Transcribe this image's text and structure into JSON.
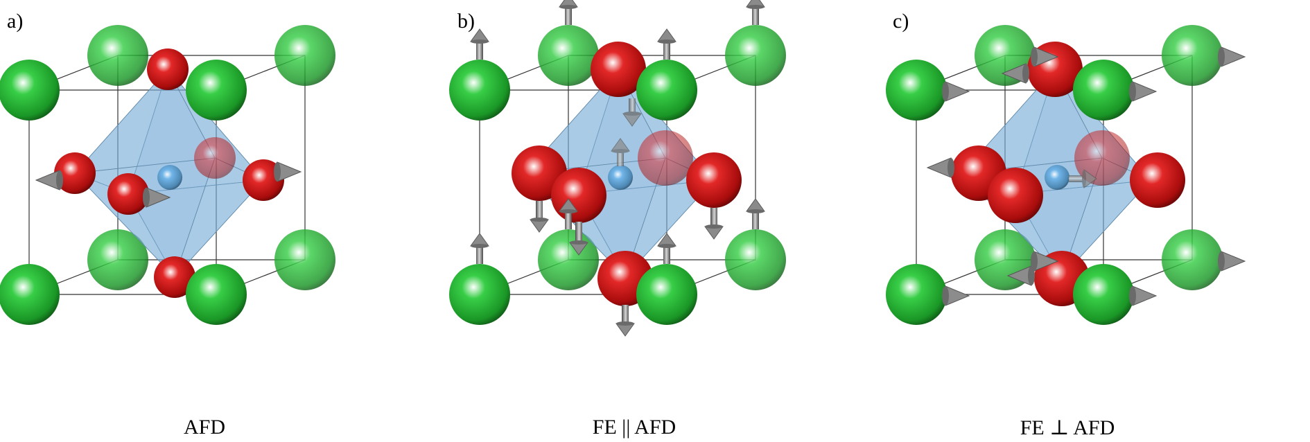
{
  "panels": [
    {
      "letter": "a)",
      "caption": "AFD",
      "mode": "afd"
    },
    {
      "letter": "b)",
      "caption": "FE || AFD",
      "mode": "fe_par"
    },
    {
      "letter": "c)",
      "caption": "FE ⊥ AFD",
      "mode": "fe_perp"
    }
  ],
  "colors": {
    "a_site_atom": "#22c832",
    "oxygen_atom": "#e01010",
    "b_site_atom": "#5aaae6",
    "octahedron": "#7aaed6",
    "arrow": "#7a7a7a",
    "cell_edge": "#333333"
  }
}
